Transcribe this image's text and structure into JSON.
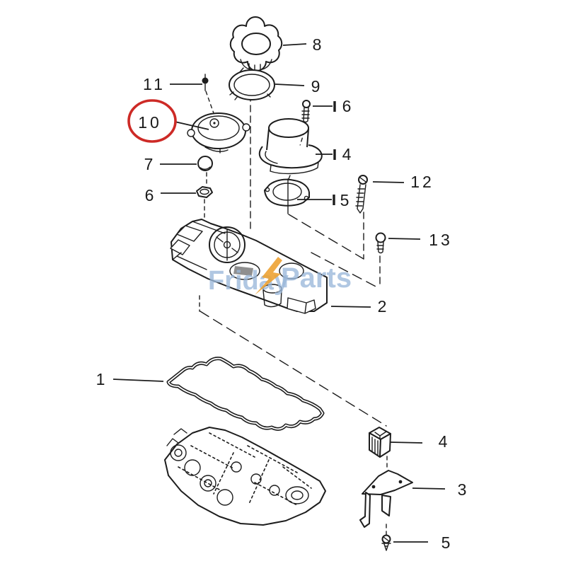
{
  "diagram": {
    "kind": "exploded-parts-diagram",
    "highlighted_callout": "10"
  },
  "colors": {
    "background": "#ffffff",
    "line": "#1d1d1d",
    "label": "#1a1a1a",
    "highlight_circle": "#cd2a26",
    "watermark_text": "#9bb8da",
    "watermark_bolt": "#eda233"
  },
  "watermark": {
    "text_left": "Friday",
    "text_right": "Parts"
  },
  "callouts": {
    "n8": {
      "label": "8"
    },
    "n9": {
      "label": "9"
    },
    "n11": {
      "label": "11"
    },
    "n10": {
      "label": "10",
      "highlighted": true
    },
    "n7": {
      "label": "7"
    },
    "n6_left": {
      "label": "6"
    },
    "n6_right": {
      "label": "6"
    },
    "n4_right": {
      "label": "4"
    },
    "n5_mid": {
      "label": "5"
    },
    "n12": {
      "label": "12"
    },
    "n13": {
      "label": "13"
    },
    "n2": {
      "label": "2"
    },
    "n1": {
      "label": "1"
    },
    "n4_lower": {
      "label": "4"
    },
    "n3": {
      "label": "3"
    },
    "n5_bottom": {
      "label": "5"
    }
  }
}
